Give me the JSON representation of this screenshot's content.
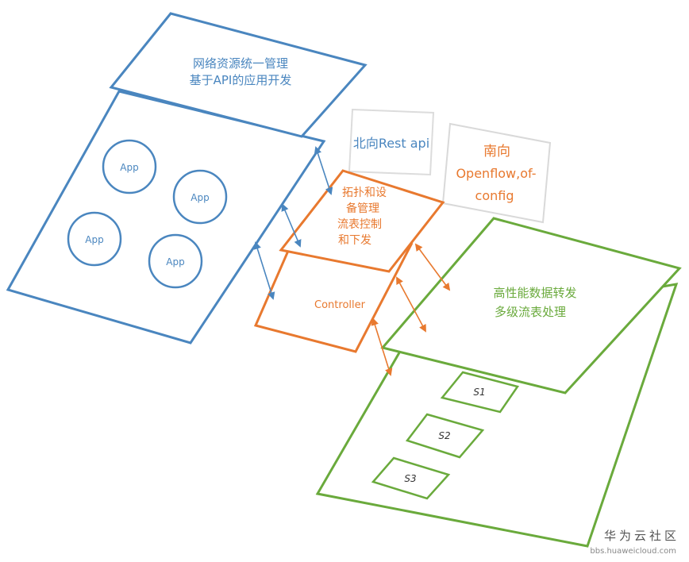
{
  "app_plane": {
    "top_card_lines": [
      "网络资源统一管理",
      "基于API的应用开发"
    ],
    "apps": [
      "App",
      "App",
      "App",
      "App"
    ]
  },
  "northbound": {
    "label": "北向Rest api"
  },
  "southbound": {
    "lines": [
      "南向",
      "Openflow,of-",
      "config"
    ]
  },
  "control_plane": {
    "top_card_lines": [
      "拓扑和设",
      "备管理",
      "流表控制",
      "和下发"
    ],
    "controller_label": "Controller"
  },
  "forwarding_plane": {
    "top_card_lines": [
      "高性能数据转发",
      "多级流表处理"
    ],
    "switches": [
      "S1",
      "S2",
      "S3"
    ]
  },
  "watermark": {
    "title": "华为云社区",
    "url": "bbs.huaweicloud.com"
  },
  "colors": {
    "blue": "#4a86bf",
    "orange": "#e8792f",
    "green": "#6aaa3c",
    "gray": "#d9d9d9"
  }
}
